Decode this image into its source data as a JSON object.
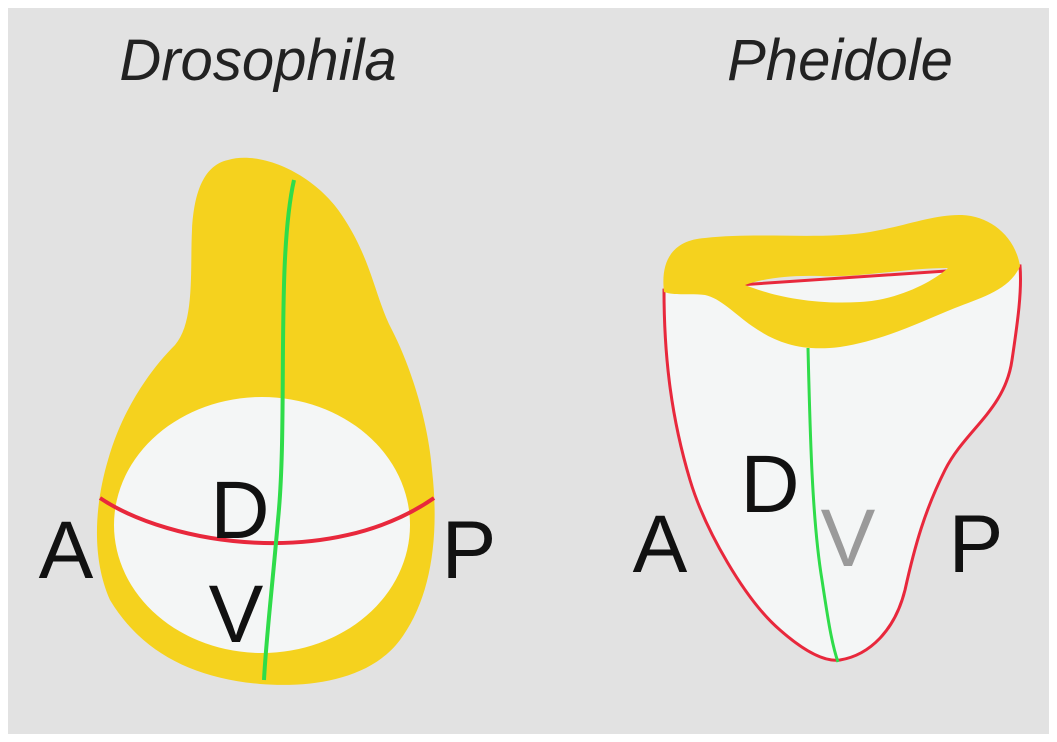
{
  "panels": [
    {
      "title": "Drosophila",
      "labels": {
        "anterior": "A",
        "posterior": "P",
        "dorsal": "D",
        "ventral": "V"
      }
    },
    {
      "title": "Pheidole",
      "labels": {
        "anterior": "A",
        "posterior": "P",
        "dorsal": "D",
        "ventral": "V"
      }
    }
  ],
  "colors": {
    "background": "#e2e2e2",
    "tissue_yellow": "#f5d21e",
    "disc_white": "#f4f6f6",
    "ap_boundary_red": "#e8283c",
    "dv_boundary_green": "#2fdc4a",
    "faded_ventral_label": "#9a9a9a"
  }
}
